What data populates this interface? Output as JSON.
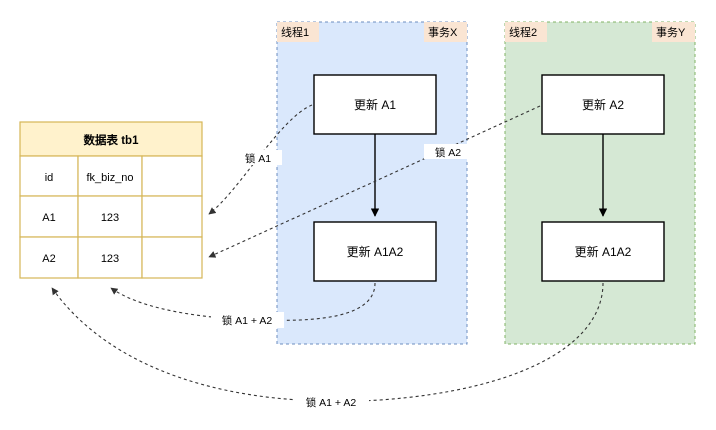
{
  "diagram": {
    "title": "",
    "colors": {
      "thread1_fill": "#dae8fc",
      "thread1_stroke": "#6c8ebf",
      "thread2_fill": "#d5e8d4",
      "thread2_stroke": "#82b366",
      "lane_tag_fill": "#fae5d3",
      "table_header_fill": "#fff2cc",
      "table_border": "#d6b656",
      "table_cell_fill": "#ffffff",
      "box_fill": "#ffffff",
      "box_stroke": "#000000",
      "edge_stroke": "#333333"
    },
    "table": {
      "name": "table-tb1",
      "header": "数据表 tb1",
      "columns": [
        "id",
        "fk_biz_no",
        ""
      ],
      "rows": [
        [
          "A1",
          "123",
          ""
        ],
        [
          "A2",
          "123",
          ""
        ]
      ]
    },
    "lanes": [
      {
        "id": "thread1",
        "thread_label": "线程1",
        "transaction_label": "事务X",
        "steps": [
          {
            "id": "t1-step1",
            "label": "更新 A1"
          },
          {
            "id": "t1-step2",
            "label": "更新 A1A2"
          }
        ]
      },
      {
        "id": "thread2",
        "thread_label": "线程2",
        "transaction_label": "事务Y",
        "steps": [
          {
            "id": "t2-step1",
            "label": "更新 A2"
          },
          {
            "id": "t2-step2",
            "label": "更新 A1A2"
          }
        ]
      }
    ],
    "edge_labels": {
      "lock_a1": "锁 A1",
      "lock_a2": "锁 A2",
      "lock_a1_a2_thread1": "锁 A1 + A2",
      "lock_a1_a2_thread2": "锁 A1 + A2"
    }
  }
}
